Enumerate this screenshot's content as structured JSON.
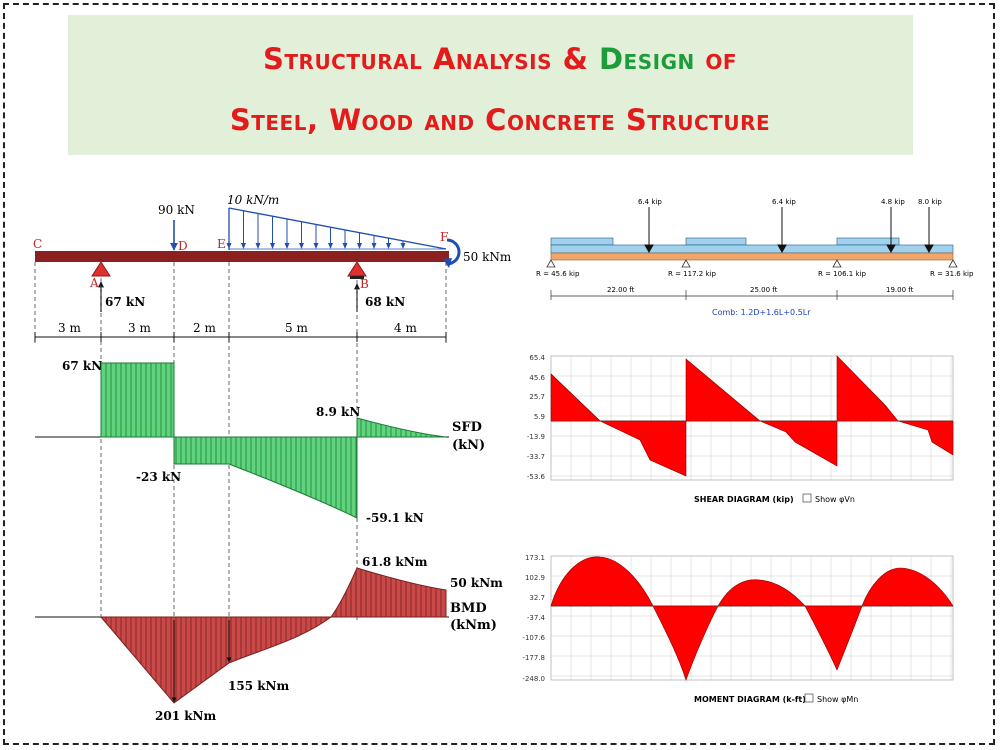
{
  "title": {
    "line1_part1": "Structural Analysis & ",
    "line1_green": "Design",
    "line1_part2": " of",
    "line2": "Steel, Wood and Concrete Structure"
  },
  "colors": {
    "title_red": "#e31b1b",
    "title_green": "#1d9c3a",
    "banner_bg": "#e2efd9",
    "beam": "#8b2020",
    "sfd_fill": "#5fd37d",
    "bmd_fill": "#c94848",
    "load_blue": "#1f4fb0",
    "diagram_red": "#ff0000"
  },
  "beam": {
    "points": [
      "C",
      "A",
      "D",
      "E",
      "B",
      "F"
    ],
    "point_load": "90 kN",
    "distributed_load": "10 kN/m",
    "moment_load": "50 kNm",
    "reaction_a": "67 kN",
    "reaction_b": "68 kN",
    "spans": [
      "3 m",
      "3 m",
      "2 m",
      "5 m",
      "4 m"
    ]
  },
  "sfd": {
    "label": "SFD",
    "unit": "(kN)",
    "values": [
      "67 kN",
      "-23 kN",
      "8.9 kN",
      "-59.1 kN"
    ]
  },
  "bmd": {
    "label": "BMD",
    "unit": "(kNm)",
    "values": [
      "61.8 kNm",
      "50 kNm",
      "201 kNm",
      "155 kNm"
    ]
  },
  "software_model": {
    "point_loads": [
      "6.4 kip",
      "6.4 kip",
      "4.8 kip",
      "8.0 kip"
    ],
    "reactions": [
      "R = 45.6 kip",
      "R = 117.2 kip",
      "R = 106.1 kip",
      "R = 31.6 kip"
    ],
    "spans": [
      "22.00 ft",
      "25.00 ft",
      "19.00 ft"
    ],
    "combination": "Comb: 1.2D+1.6L+0.5Lr"
  },
  "shear_diagram": {
    "title": "SHEAR DIAGRAM (kip)",
    "checkbox_label": "Show φVn",
    "y_ticks": [
      "65.4",
      "45.6",
      "25.7",
      "5.9",
      "-13.9",
      "-33.7",
      "-53.6"
    ]
  },
  "moment_diagram": {
    "title": "MOMENT DIAGRAM (k-ft)",
    "checkbox_label": "Show φMn",
    "y_ticks": [
      "173.1",
      "102.9",
      "32.7",
      "-37.4",
      "-107.6",
      "-177.8",
      "-248.0"
    ]
  }
}
